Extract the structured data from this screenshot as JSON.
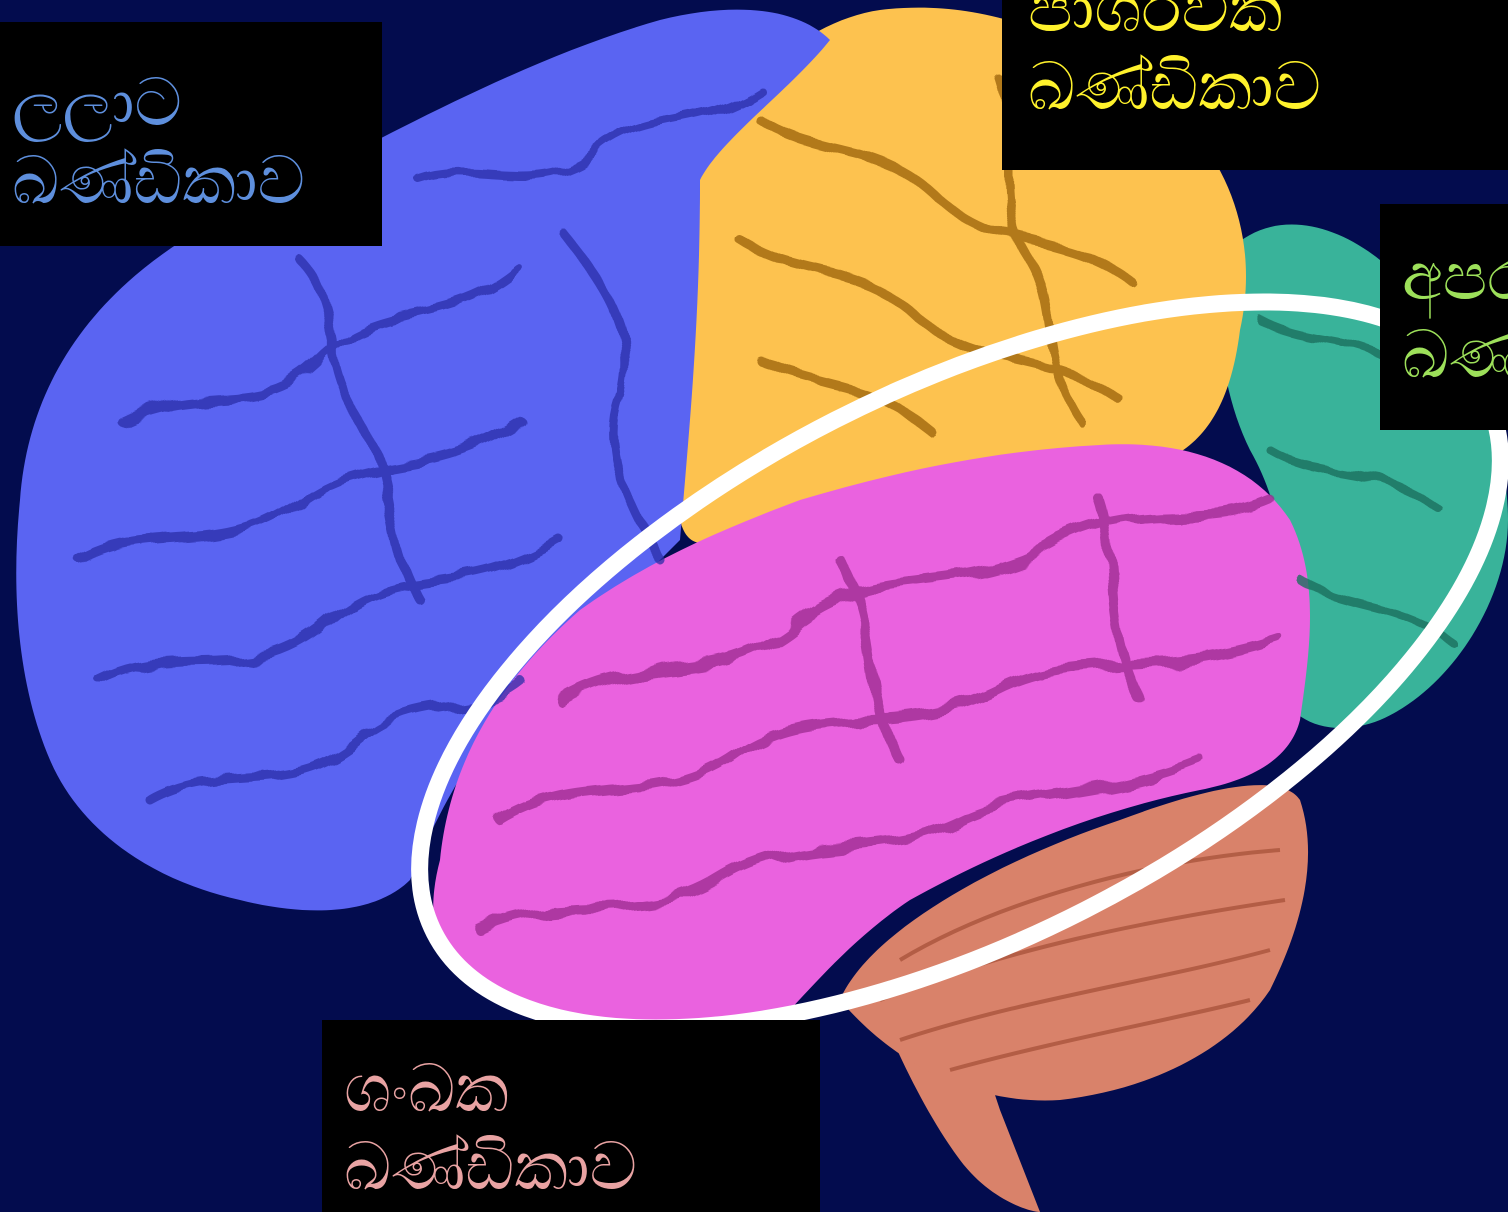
{
  "labels": {
    "frontal": {
      "line1": "ලලාට",
      "line2": "ඛණ්ඩිකාව",
      "color": "#5e8fdd"
    },
    "parietal": {
      "line1": "පාර්ශවික",
      "line2": "ඛණ්ඩිකාව",
      "color": "#fff22c"
    },
    "occipital": {
      "line1": "අපර",
      "line2": "ඛණ්ඩිකාව",
      "color": "#9de05a"
    },
    "temporal": {
      "line1": "ශංඛක",
      "line2": "ඛණ්ඩිකාව",
      "color": "#e9a3a3"
    }
  },
  "lobes": {
    "frontal": {
      "color": "#5a64f2"
    },
    "parietal": {
      "color": "#fdc24f"
    },
    "occipital": {
      "color": "#39b39a"
    },
    "temporal": {
      "color": "#ea62df"
    },
    "cerebellum": {
      "color": "#d9826a"
    },
    "brainstem": {
      "color": "#d9826a"
    }
  },
  "highlight": {
    "target": "temporal",
    "color": "#ffffff"
  },
  "background": "#030c4e"
}
